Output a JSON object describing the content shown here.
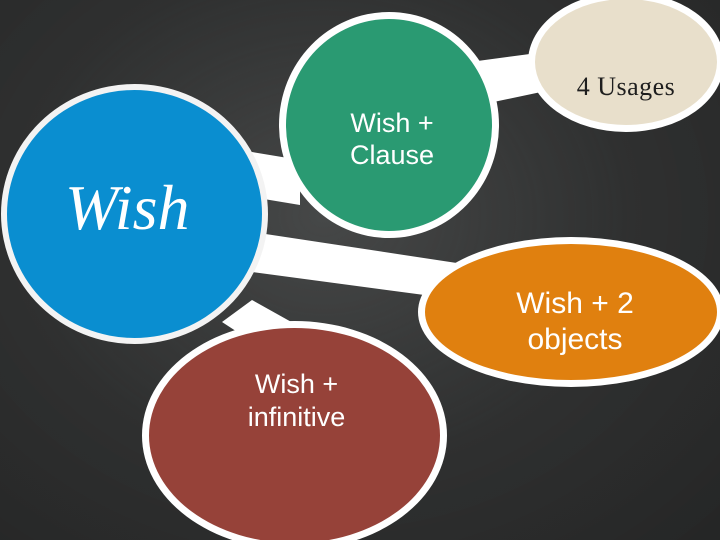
{
  "diagram": {
    "center": {
      "label": "Wish"
    },
    "nodes": [
      {
        "id": "clause",
        "label": "Wish +\nClause",
        "color": "#2a9a72"
      },
      {
        "id": "usages",
        "label": "4 Usages",
        "color": "#e8dfcb"
      },
      {
        "id": "objects",
        "label": "Wish + 2\nobjects",
        "color": "#e0800f"
      },
      {
        "id": "infinitive",
        "label": "Wish +\ninfinitive",
        "color": "#964239"
      }
    ],
    "center_color": "#0a8ed0",
    "background_color": "#2e2f2f",
    "connector_color": "#ffffff",
    "edges": [
      [
        "wish",
        "clause"
      ],
      [
        "wish",
        "objects"
      ],
      [
        "wish",
        "infinitive"
      ],
      [
        "clause",
        "usages"
      ]
    ]
  }
}
